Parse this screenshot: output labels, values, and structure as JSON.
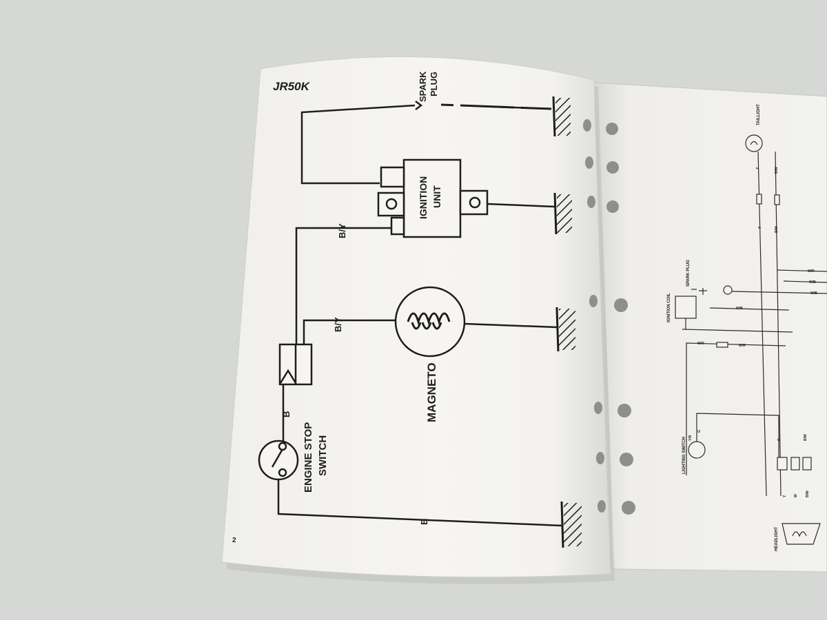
{
  "left_page": {
    "model_title": "JR50K",
    "page_number": "2",
    "labels": {
      "spark_plug_line1": "SPARK",
      "spark_plug_line2": "PLUG",
      "ignition_line1": "IGNITION",
      "ignition_line2": "UNIT",
      "magneto": "MAGNETO",
      "engine_stop_line1": "ENGINE STOP",
      "engine_stop_line2": "SWITCH",
      "wire_upper": "B/Y",
      "wire_middle": "B/Y",
      "wire_switch": "B",
      "wire_bottom": "B"
    }
  },
  "right_page": {
    "labels": {
      "taillight": "TAILLIGHT",
      "ignition_coil": "IGNITION COIL",
      "spark_plug": "SPARK PLUG",
      "lighting_switch": "LIGHTING SWITCH",
      "headlight": "HEADLIGHT"
    },
    "wire_codes": [
      "Y",
      "B/W",
      "Y",
      "B/W",
      "W/R",
      "W/B",
      "W/B",
      "W/B",
      "W/R",
      "W/R",
      "Y/R",
      "G",
      "G",
      "B/W",
      "Y",
      "W",
      "B/W"
    ]
  },
  "colors": {
    "background": "#d6d8d5",
    "paper": "#f4f3ef",
    "ink": "#1d1d1d"
  }
}
